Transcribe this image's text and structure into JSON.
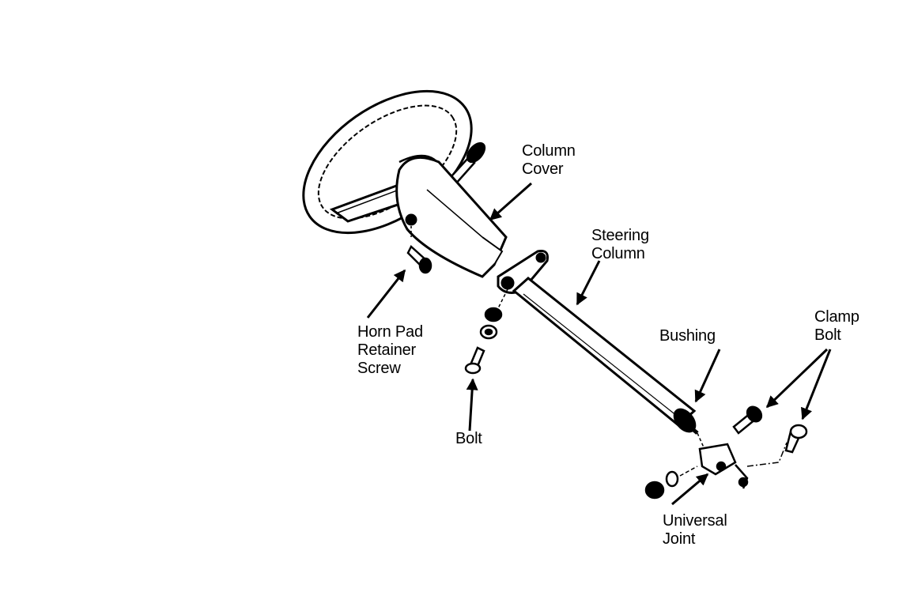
{
  "labels": {
    "column_cover": [
      "Column",
      "Cover"
    ],
    "steering_column": [
      "Steering",
      "Column"
    ],
    "horn_pad_retainer_screw": [
      "Horn Pad",
      "Retainer",
      "Screw"
    ],
    "bushing": [
      "Bushing"
    ],
    "clamp_bolt": [
      "Clamp",
      "Bolt"
    ],
    "bolt": [
      "Bolt"
    ],
    "universal_joint": [
      "Universal",
      "Joint"
    ]
  },
  "colors": {
    "ink": "#000000",
    "paper": "#ffffff",
    "shade": "#d9d9d9"
  }
}
